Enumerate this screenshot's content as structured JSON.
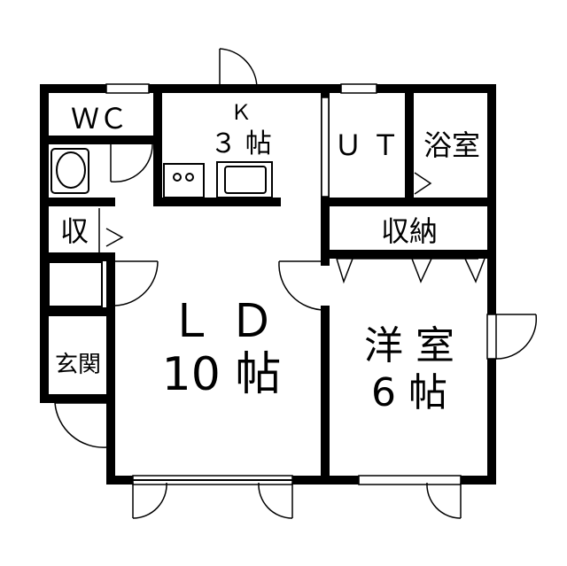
{
  "rooms": {
    "wc": "ＷＣ",
    "kitchen_k": "Ｋ",
    "kitchen_size": "３ 帖",
    "ut": "Ｕ Ｔ",
    "bath": "浴室",
    "storage_small": "収",
    "storage_closet": "収納",
    "ld_label": "Ｌ Ｄ",
    "ld_size": "10 帖",
    "western_label": "洋 室",
    "western_size": "6 帖",
    "entrance": "玄関"
  },
  "colors": {
    "line": "#000000",
    "background": "#ffffff"
  }
}
